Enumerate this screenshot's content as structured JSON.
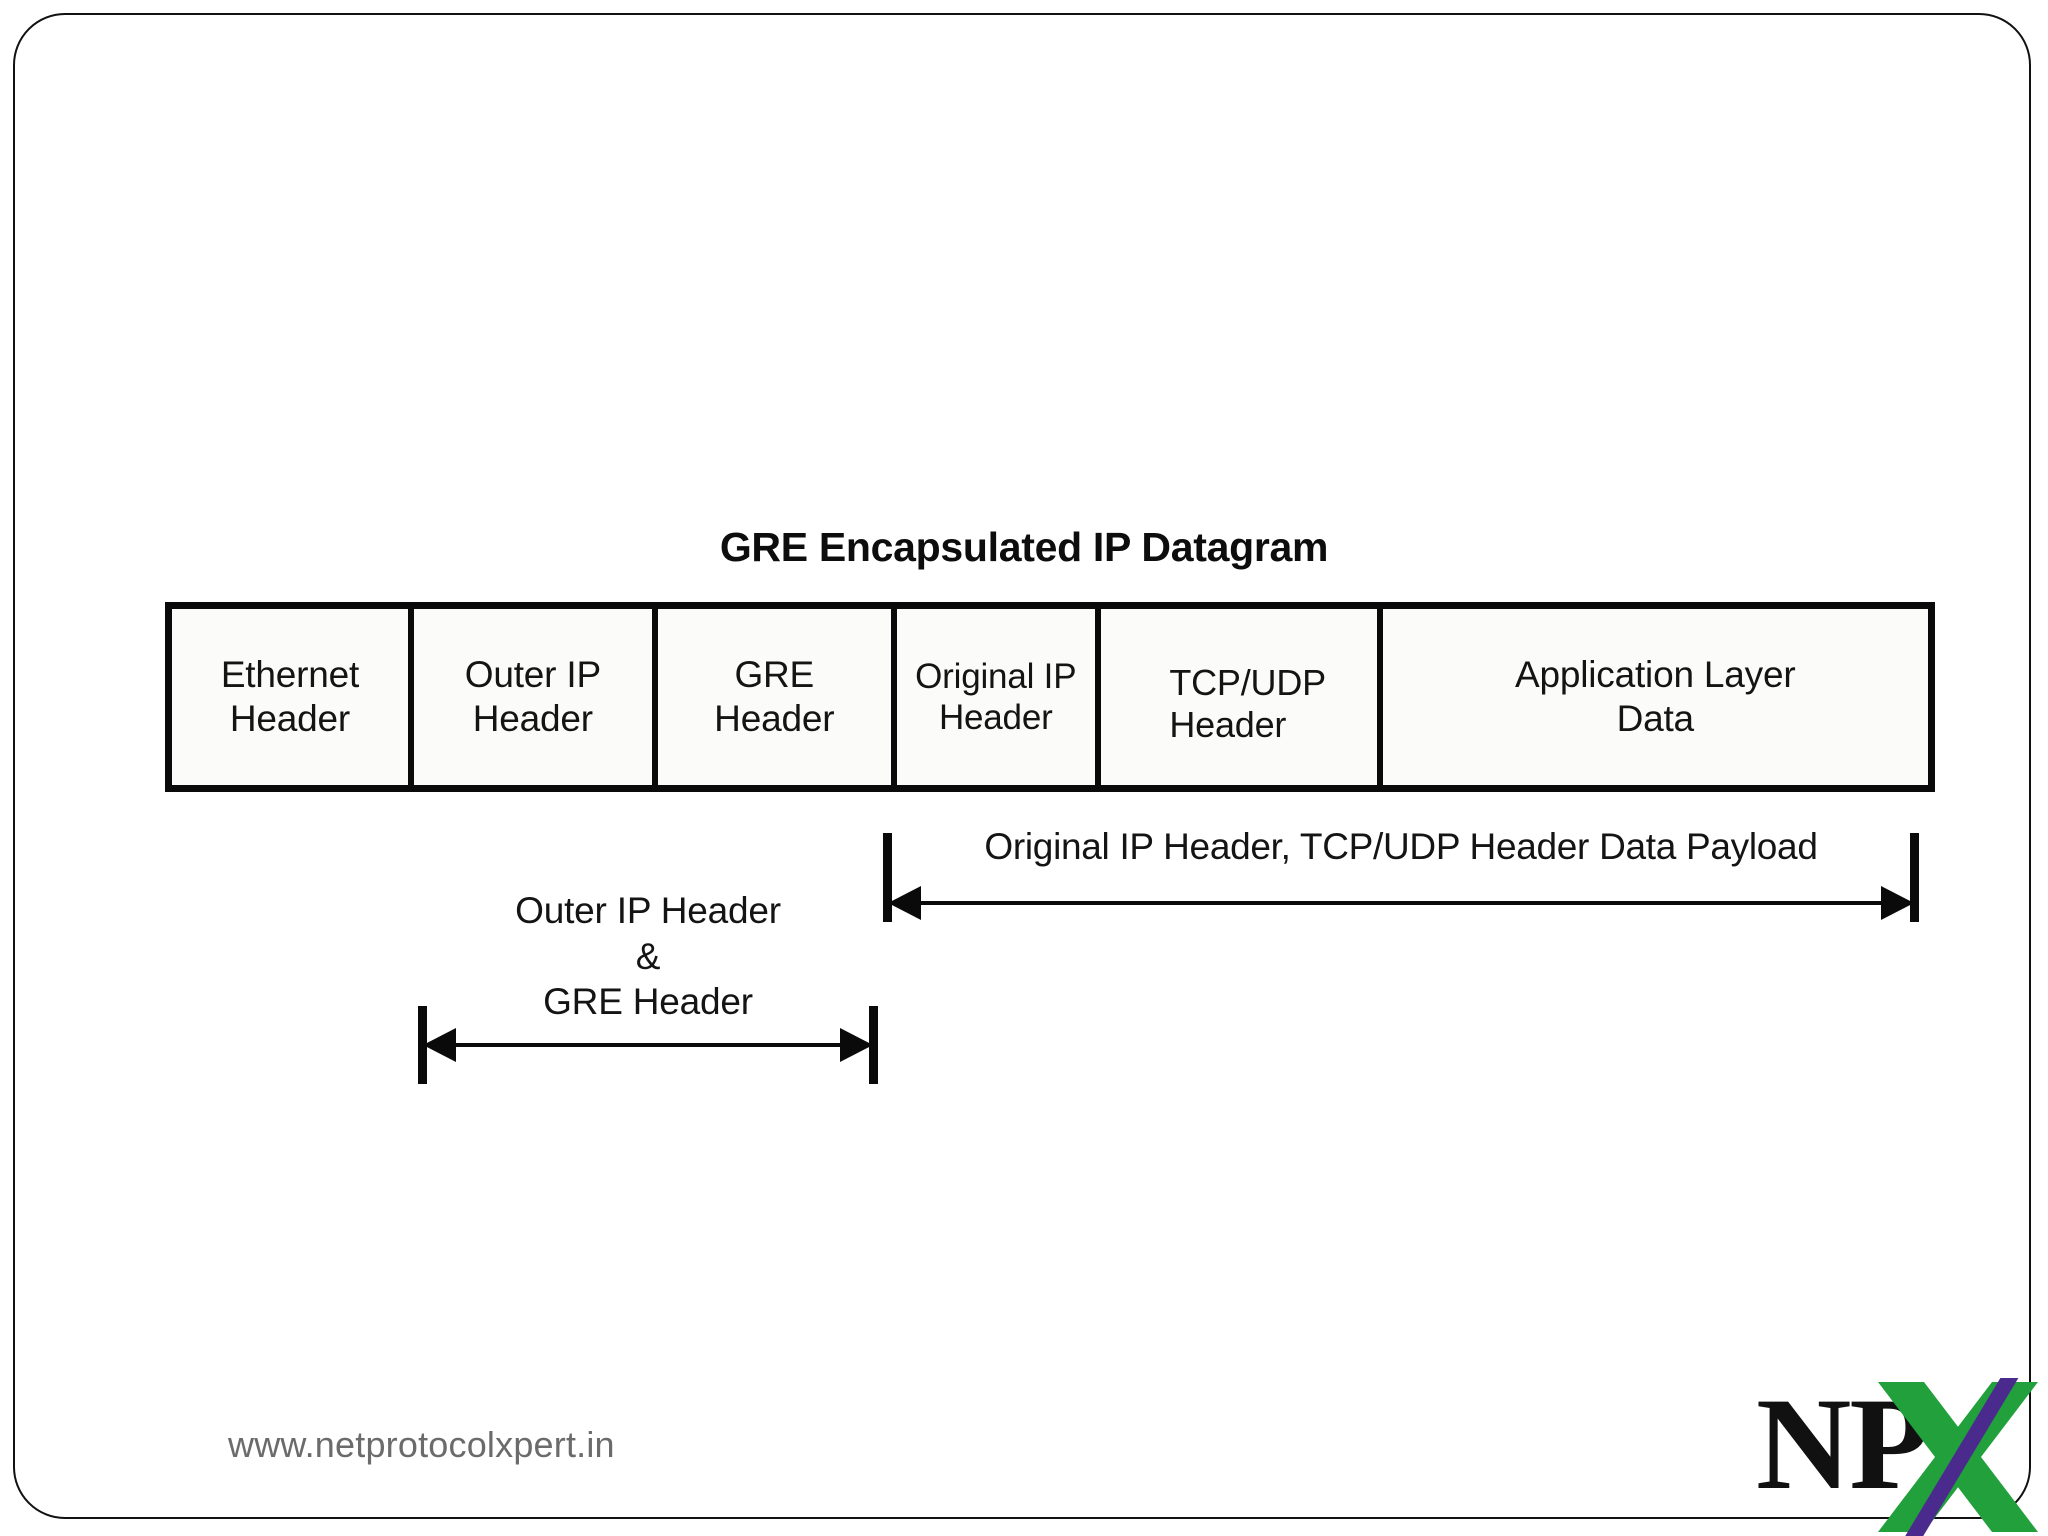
{
  "slide": {
    "background_color": "#ffffff",
    "border_color": "#111111"
  },
  "diagram": {
    "title": "GRE Encapsulated IP Datagram",
    "type": "packet-encapsulation-diagram",
    "fields": [
      {
        "id": "ethernet",
        "label": "Ethernet\nHeader"
      },
      {
        "id": "outer-ip",
        "label": "Outer IP\nHeader"
      },
      {
        "id": "gre",
        "label": "GRE\nHeader"
      },
      {
        "id": "original-ip",
        "label": "Original IP\nHeader"
      },
      {
        "id": "tcp-udp",
        "label": "TCP/UDP\nHeader"
      },
      {
        "id": "app-data",
        "label": "Application Layer\nData"
      }
    ],
    "annotations": [
      {
        "id": "payload-span",
        "label": "Original IP Header, TCP/UDP Header Data Payload",
        "spans_fields": [
          "original-ip",
          "tcp-udp",
          "app-data"
        ]
      },
      {
        "id": "outer-header-span",
        "label": "Outer IP Header\n&\nGRE Header",
        "spans_fields": [
          "outer-ip",
          "gre"
        ]
      }
    ]
  },
  "footer": {
    "url": "www.netprotocolxpert.in",
    "url_color": "#6b6b6b"
  },
  "logo": {
    "letters": "NP",
    "accent_letter": "X",
    "letters_color": "#111111",
    "accent_color": "#22a03c",
    "slash_color": "#4b2a8e"
  }
}
